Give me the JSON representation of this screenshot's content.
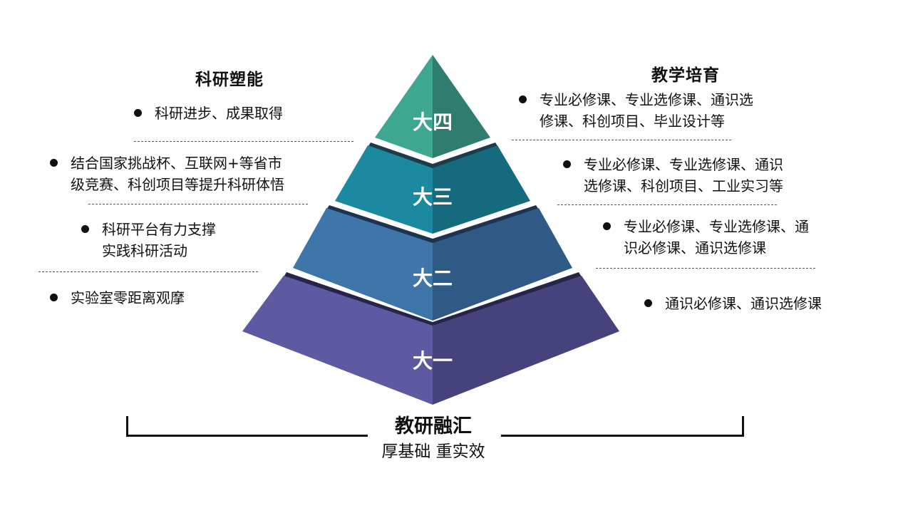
{
  "left": {
    "heading": "科研塑能",
    "items": [
      {
        "lines": [
          "科研进步、成果取得"
        ]
      },
      {
        "lines": [
          "结合国家挑战杯、互联网+等省市",
          "级竞赛、科创项目等提升科研体悟"
        ]
      },
      {
        "lines": [
          "科研平台有力支撑",
          "实践科研活动"
        ]
      },
      {
        "lines": [
          "实验室零距离观摩"
        ]
      }
    ]
  },
  "right": {
    "heading": "教学培育",
    "items": [
      {
        "lines": [
          "专业必修课、专业选修课、通识选",
          "修课、科创项目、毕业设计等"
        ]
      },
      {
        "lines": [
          "专业必修课、专业选修课、通识",
          "选修课、科创项目、工业实习等"
        ]
      },
      {
        "lines": [
          "专业必修课、专业选修课、通",
          "识必修课、通识选修课"
        ]
      },
      {
        "lines": [
          "通识必修课、通识选修课"
        ]
      }
    ]
  },
  "pyramid": {
    "levels": [
      {
        "label": "大四",
        "color_left": "#3fa690",
        "color_right": "#2f7d6e"
      },
      {
        "label": "大三",
        "color_left": "#1b8aa0",
        "color_right": "#166a7e"
      },
      {
        "label": "大二",
        "color_left": "#3e76aa",
        "color_right": "#2e5a85"
      },
      {
        "label": "大一",
        "color_left": "#5e5aa1",
        "color_right": "#46437c"
      }
    ]
  },
  "bottom": {
    "title": "教研融汇",
    "subtitle": "厚基础 重实效"
  }
}
